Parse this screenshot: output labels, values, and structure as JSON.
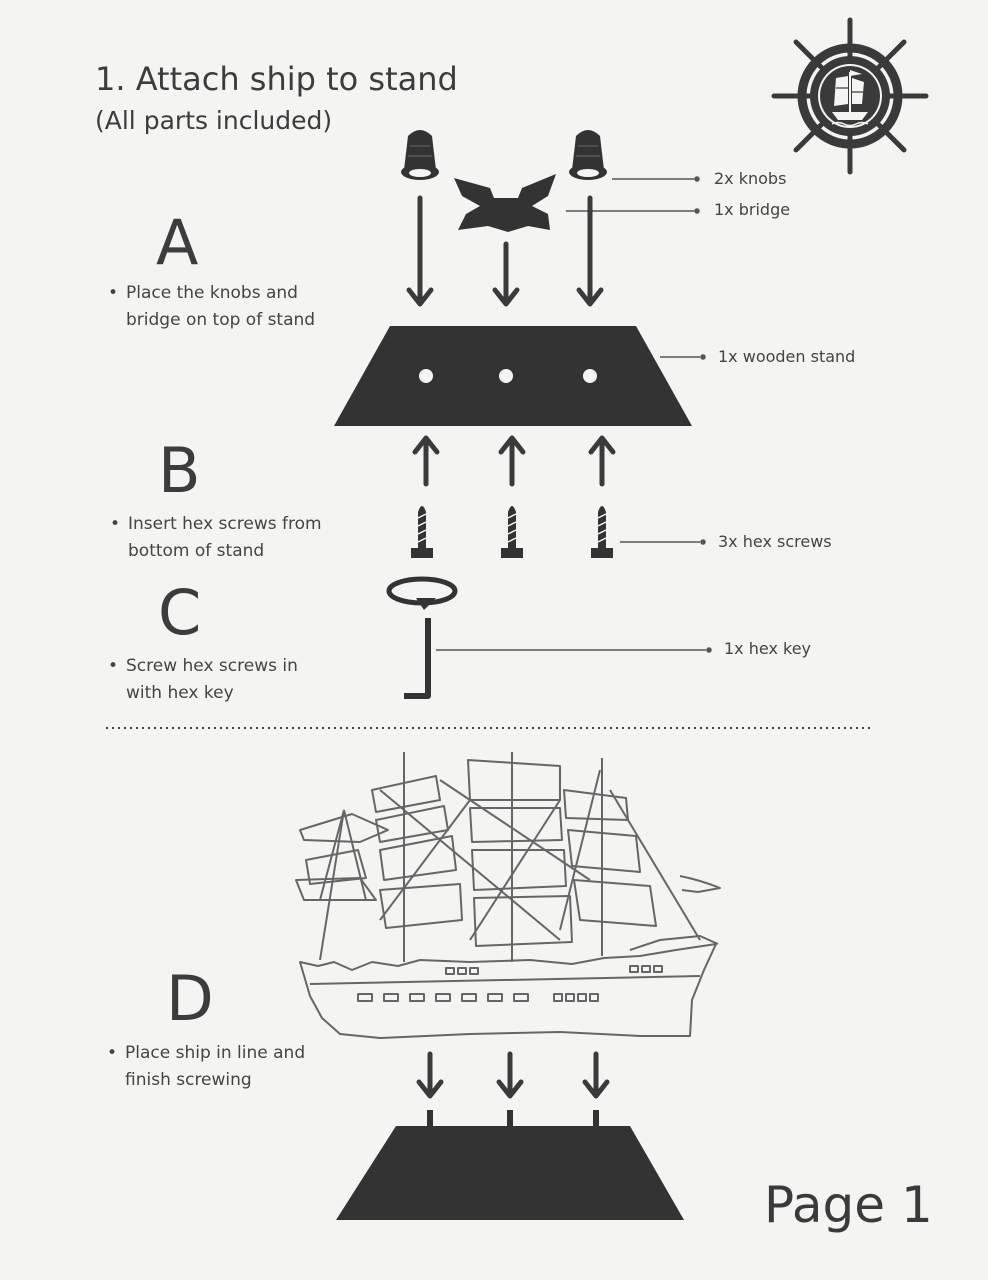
{
  "header": {
    "title": "1. Attach ship to stand",
    "subtitle": "(All parts included)",
    "logo_icon": "ship-wheel-logo-icon"
  },
  "steps": [
    {
      "letter": "A",
      "lines": [
        "Place the knobs and",
        "bridge on top of stand"
      ]
    },
    {
      "letter": "B",
      "lines": [
        "Insert hex screws from",
        "bottom of stand"
      ]
    },
    {
      "letter": "C",
      "lines": [
        "Screw hex screws in",
        "with hex key"
      ]
    },
    {
      "letter": "D",
      "lines": [
        "Place ship in line and",
        "finish screwing"
      ]
    }
  ],
  "callouts": {
    "knobs": "2x knobs",
    "bridge": "1x bridge",
    "stand": "1x wooden stand",
    "screws": "3x hex screws",
    "hex_key": "1x hex key"
  },
  "footer": {
    "page_label": "Page 1"
  },
  "colors": {
    "ink": "#3a3a3a",
    "paper": "#f4f4f2"
  }
}
